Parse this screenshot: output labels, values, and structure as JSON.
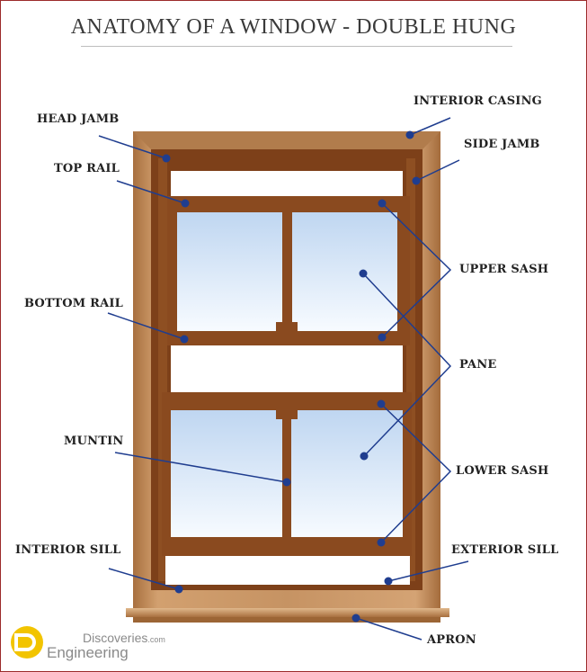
{
  "title": "ANATOMY OF A WINDOW - DOUBLE HUNG",
  "labels": {
    "head_jamb": "HEAD JAMB",
    "top_rail": "TOP RAIL",
    "bottom_rail": "BOTTOM RAIL",
    "muntin": "MUNTIN",
    "interior_sill": "INTERIOR SILL",
    "interior_casing": "INTERIOR CASING",
    "side_jamb": "SIDE JAMB",
    "upper_sash": "UPPER SASH",
    "pane": "PANE",
    "lower_sash": "LOWER SASH",
    "exterior_sill": "EXTERIOR SILL",
    "apron": "APRON"
  },
  "logo": {
    "line1": "Discoveries",
    "line1_suffix": ".com",
    "line2": "Engineering"
  },
  "colors": {
    "casing": "#c08a5a",
    "wood_dark": "#7a3e18",
    "wood_mid": "#8b4a20",
    "glass_top": "#c7dcf3",
    "glass_bottom": "#f6fafe",
    "dot": "#1f3d8f"
  }
}
